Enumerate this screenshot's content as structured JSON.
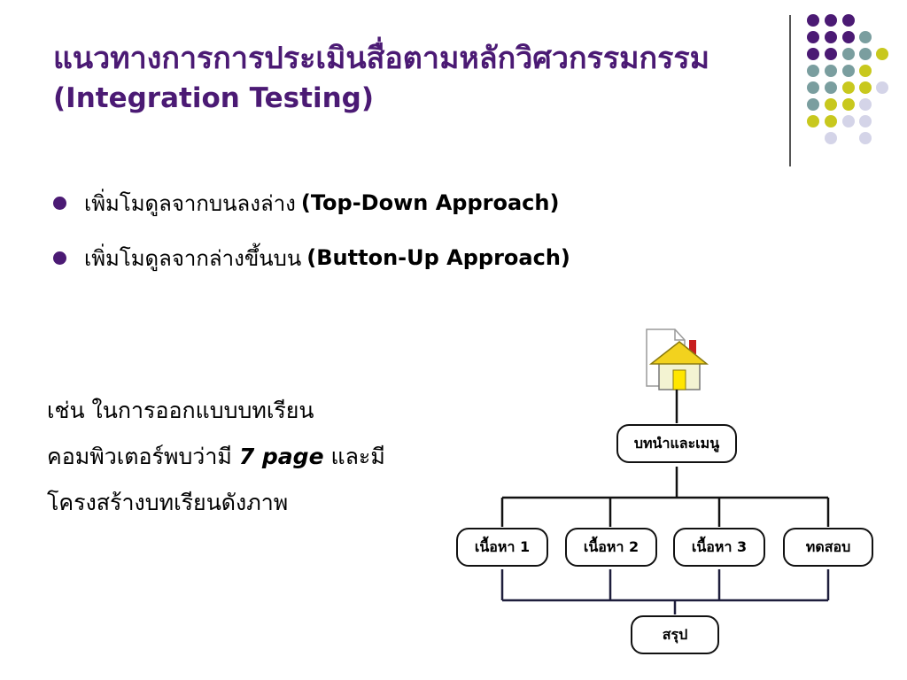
{
  "title": {
    "line1": "แนวทางการการประเมินสื่อตามหลักวิศวกรรมกรรม",
    "line2": "(Integration Testing)"
  },
  "bullets": [
    {
      "thai": "เพิ่มโมดูลจากบนลงล่าง",
      "en": "(Top-Down Approach)"
    },
    {
      "thai": "เพิ่มโมดูลจากล่างขึ้นบน",
      "en": "(Button-Up Approach)"
    }
  ],
  "paragraph": {
    "line1": "เช่น ในการออกแบบบทเรียน",
    "line2_pre": "คอมพิวเตอร์พบว่ามี ",
    "line2_en": "7 page",
    "line2_post": " และมี",
    "line3": "โครงสร้างบทเรียนดังภาพ"
  },
  "diagram": {
    "root": "บทนำและเมนู",
    "contents": [
      "เนื้อหา 1",
      "เนื้อหา 2",
      "เนื้อหา 3",
      "ทดสอบ"
    ],
    "summary": "สรุป"
  },
  "icons": {
    "home": "home-page-icon"
  },
  "colors": {
    "title": "#4b1a74",
    "dot_purple": "#4b1a74",
    "dot_teal": "#7a9e9f",
    "dot_yellow": "#c8c81e",
    "dot_lavender": "#d4d4e8",
    "connector_dark": "#1e1e3c"
  }
}
